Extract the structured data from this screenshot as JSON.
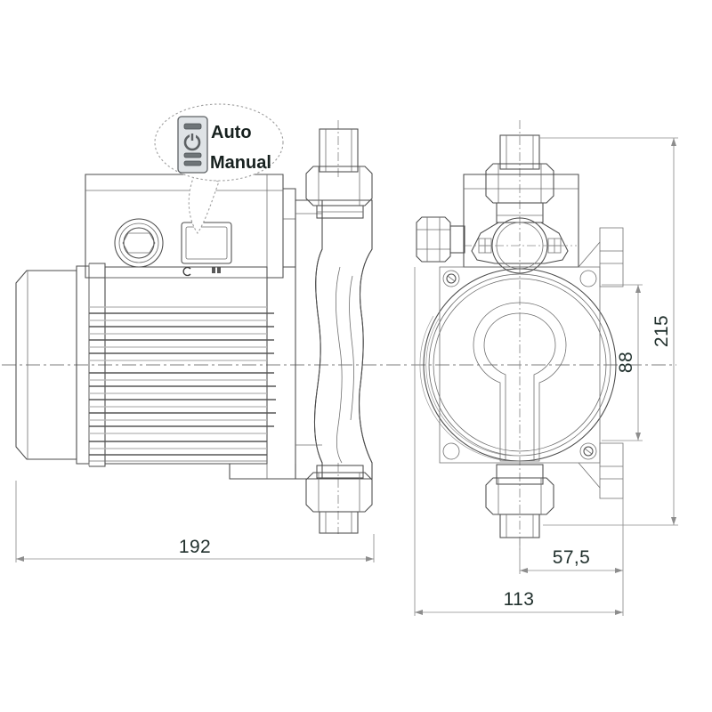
{
  "drawing": {
    "title": "Booster pump dimensional drawing",
    "units": "mm",
    "background_color": "#ffffff",
    "line_color": "#4b4b4b",
    "dimension_text_color": "#22312e"
  },
  "callout": {
    "name": "switch-mode-callout",
    "shape": "speech-bubble",
    "icon": "rocker-switch-icon",
    "options": [
      {
        "label": "Auto"
      },
      {
        "label": "Manual"
      }
    ],
    "auto_label": "Auto",
    "manual_label": "Manual"
  },
  "views": {
    "side": {
      "name": "side-elevation-view",
      "components": [
        "fan-cover-end-cap",
        "motor-cooling-fins",
        "terminal-box",
        "cable-gland",
        "mode-switch",
        "pump-volute-housing",
        "top-pipe-union",
        "bottom-pipe-union"
      ]
    },
    "front": {
      "name": "front-elevation-view",
      "components": [
        "volute-casing",
        "mounting-flange",
        "bolt-holes",
        "inlet-pipe-union",
        "outlet-pipe-union",
        "side-plug-nut",
        "mounting-lugs"
      ]
    }
  },
  "dimensions": {
    "overall_length": {
      "value": "192",
      "orientation": "horizontal",
      "view": "side"
    },
    "overall_height": {
      "value": "215",
      "orientation": "vertical",
      "view": "front"
    },
    "port_centers": {
      "value": "88",
      "orientation": "vertical",
      "view": "front"
    },
    "flange_offset": {
      "value": "57,5",
      "orientation": "horizontal",
      "view": "front"
    },
    "overall_width": {
      "value": "113",
      "orientation": "horizontal",
      "view": "front"
    }
  },
  "switch_markings": {
    "left_symbol": "c-mark",
    "right_symbol": "square-mark"
  }
}
